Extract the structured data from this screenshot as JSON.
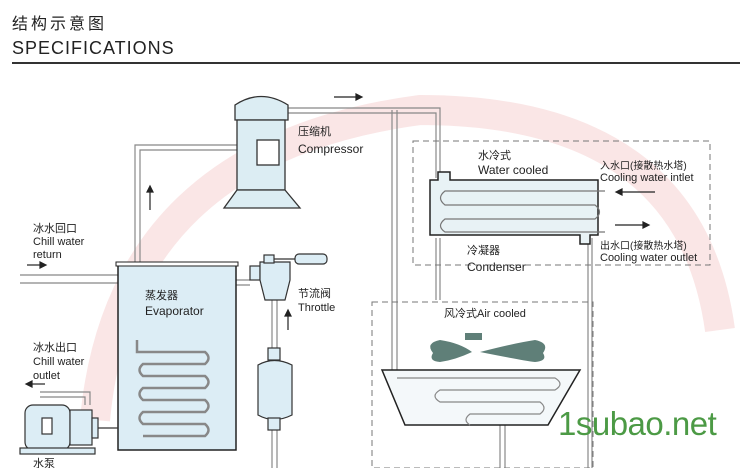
{
  "header": {
    "title_cn": "结构示意图",
    "title_en": "SPECIFICATIONS"
  },
  "labels": {
    "compressor_cn": "压缩机",
    "compressor_en": "Compressor",
    "water_cooled_cn": "水冷式",
    "water_cooled_en": "Water cooled",
    "inlet_cn": "入水口(接散热水塔)",
    "inlet_en": "Cooling water intlet",
    "outlet_cn": "出水口(接散热水塔)",
    "outlet_en": "Cooling water outlet",
    "condenser_cn": "冷凝器",
    "condenser_en": "Condenser",
    "return_cn": "冰水回口",
    "return_en1": "Chill water",
    "return_en2": "return",
    "evaporator_cn": "蒸发器",
    "evaporator_en": "Evaporator",
    "throttle_cn": "节流阀",
    "throttle_en": "Throttle",
    "air_cooled": "风冷式Air cooled",
    "chill_out_cn": "冰水出口",
    "chill_out_en1": "Chill water",
    "chill_out_en2": "outlet",
    "pump_cn": "水泵"
  },
  "watermark": "1subao.net",
  "colors": {
    "equipment_fill": "#d9eef5",
    "pipe": "#888888",
    "watermark": "#4c9a45",
    "fan": "#5f7f78"
  }
}
